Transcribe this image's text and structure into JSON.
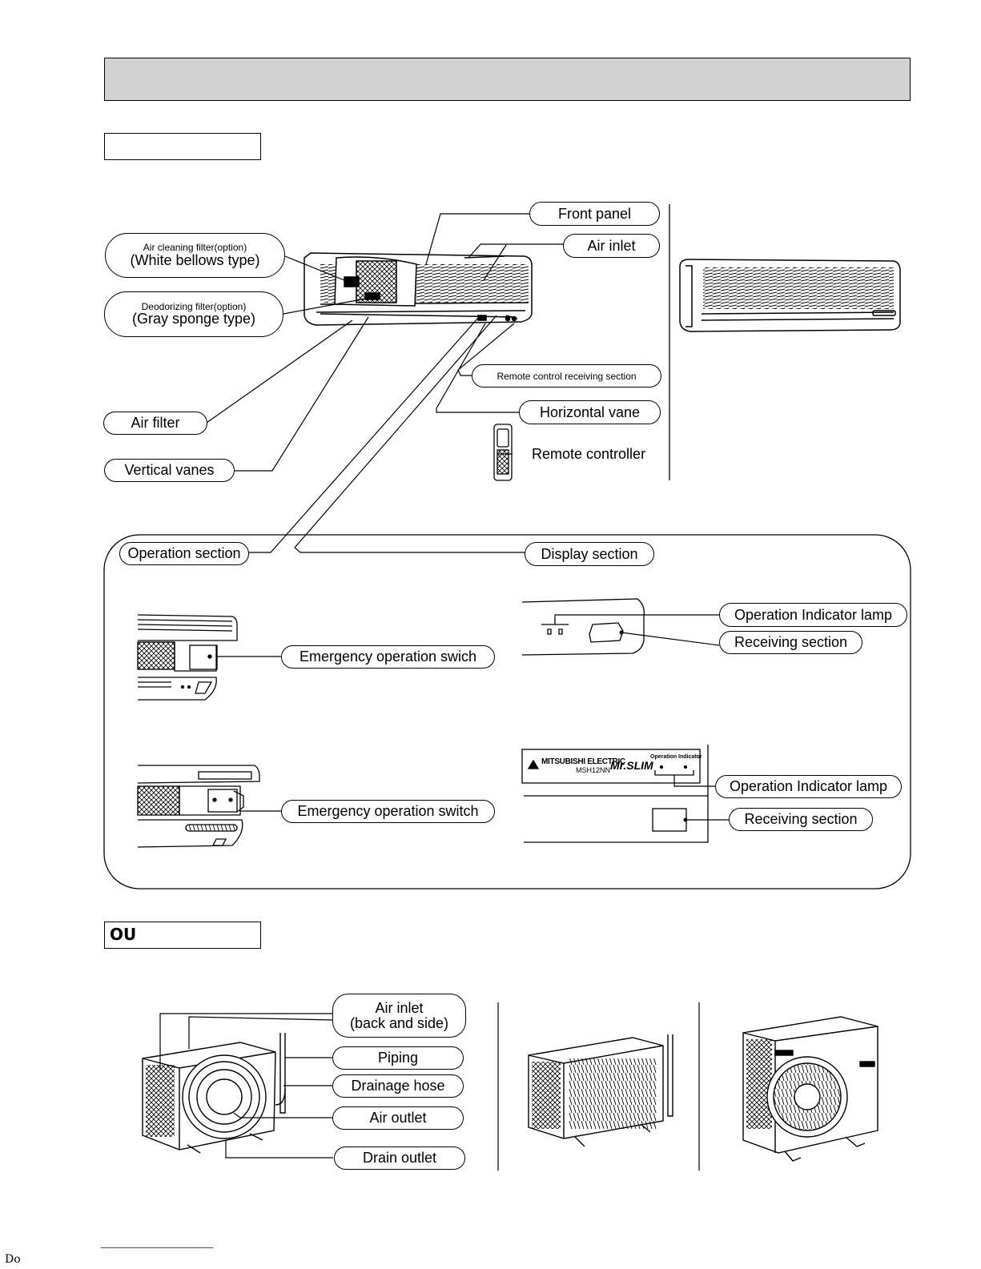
{
  "sections": {
    "indoor_label": "",
    "outdoor_label": "OU"
  },
  "indoor": {
    "front_panel": "Front panel",
    "air_inlet": "Air inlet",
    "air_cleaning_filter_small": "Air cleaning filter(option)",
    "air_cleaning_filter_big": "(White bellows type)",
    "deodorizing_filter_small": "Deodorizing filter(option)",
    "deodorizing_filter_big": "(Gray sponge type)",
    "remote_receiving": "Remote control receiving section",
    "horizontal_vane": "Horizontal vane",
    "remote_controller": "Remote controller",
    "air_filter": "Air filter",
    "vertical_vanes": "Vertical vanes",
    "operation_section": "Operation section",
    "display_section": "Display section",
    "emergency_switch_1": "Emergency operation swich",
    "emergency_switch_2": "Emergency operation switch",
    "op_indicator_1": "Operation Indicator  lamp",
    "receiving_1": "Receiving section",
    "op_indicator_2": "Operation Indicator  lamp",
    "receiving_2": "Receiving section",
    "brand": "MITSUBISHI ELECTRIC",
    "model": "MSH12NN",
    "product": "Mr.SLIM",
    "op_indicator_small": "Operation Indicator"
  },
  "outdoor": {
    "air_inlet_line1": "Air inlet",
    "air_inlet_line2": "(back and side)",
    "piping": "Piping",
    "drainage_hose": "Drainage hose",
    "air_outlet": "Air outlet",
    "drain_outlet": "Drain outlet"
  },
  "footer": {
    "text": "Do"
  }
}
